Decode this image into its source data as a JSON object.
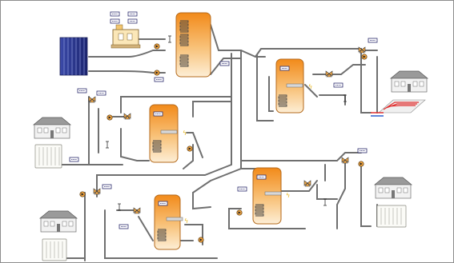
{
  "colors": {
    "pipe": "#6f6f6f",
    "tank_top": "#f28a1a",
    "tank_bottom": "#fde9c8",
    "collector": "#2a3590",
    "floor_heating_hot": "#e03030",
    "floor_heating_cold": "#2b5fd0"
  },
  "components": {
    "solar_collector": {
      "icon": "solar-collector-icon"
    },
    "boiler": {
      "icon": "boiler-icon"
    },
    "tanks": [
      {
        "id": "main-buffer",
        "icon": "storage-tank-icon"
      },
      {
        "id": "east-tank",
        "icon": "storage-tank-icon"
      },
      {
        "id": "west-tank",
        "icon": "storage-tank-icon"
      },
      {
        "id": "south-west-tank",
        "icon": "storage-tank-icon"
      },
      {
        "id": "south-east-tank",
        "icon": "storage-tank-icon"
      }
    ],
    "houses": [
      {
        "id": "north-east-house",
        "icon": "house-icon"
      },
      {
        "id": "west-house",
        "icon": "house-icon"
      },
      {
        "id": "south-west-house",
        "icon": "house-icon"
      },
      {
        "id": "south-east-house",
        "icon": "house-icon"
      }
    ],
    "radiators": [
      {
        "id": "west-radiator",
        "icon": "radiator-icon"
      },
      {
        "id": "south-west-radiator",
        "icon": "radiator-icon"
      },
      {
        "id": "south-east-radiator",
        "icon": "radiator-icon"
      }
    ],
    "floor_heating": {
      "icon": "floor-heating-icon"
    },
    "pumps": {
      "icon": "pump-icon"
    },
    "valves": {
      "icon": "valve-icon"
    },
    "readouts": {
      "icon": "sensor-readout-icon"
    }
  }
}
